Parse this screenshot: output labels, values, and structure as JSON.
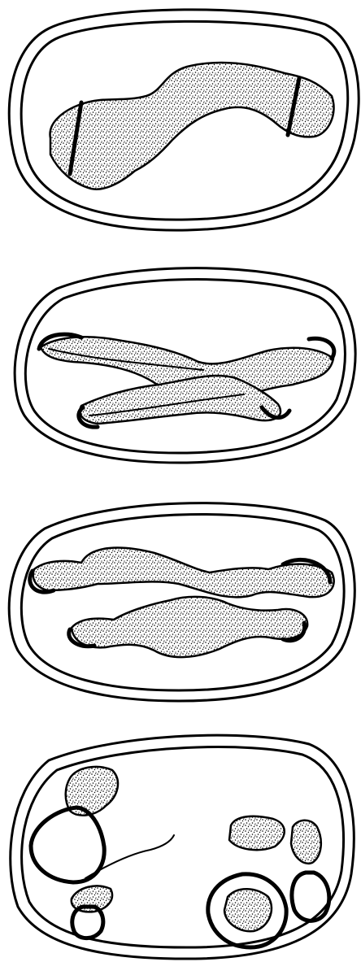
{
  "figure": {
    "panels": [
      {
        "id": "stage-1",
        "shape": "single-curved-spore-body",
        "border": "double-oval"
      },
      {
        "id": "stage-2",
        "shape": "two-twisted-spore-bodies",
        "border": "double-oval"
      },
      {
        "id": "stage-3",
        "shape": "two-lobed-spore-bodies",
        "border": "double-oval"
      },
      {
        "id": "stage-4",
        "shape": "dispersed-bodies-with-rings",
        "border": "double-oval"
      }
    ],
    "colors": {
      "ink": "#000000",
      "paper": "#ffffff",
      "stipple": "#000000"
    },
    "style": "black ink line drawing with stippled shading"
  }
}
